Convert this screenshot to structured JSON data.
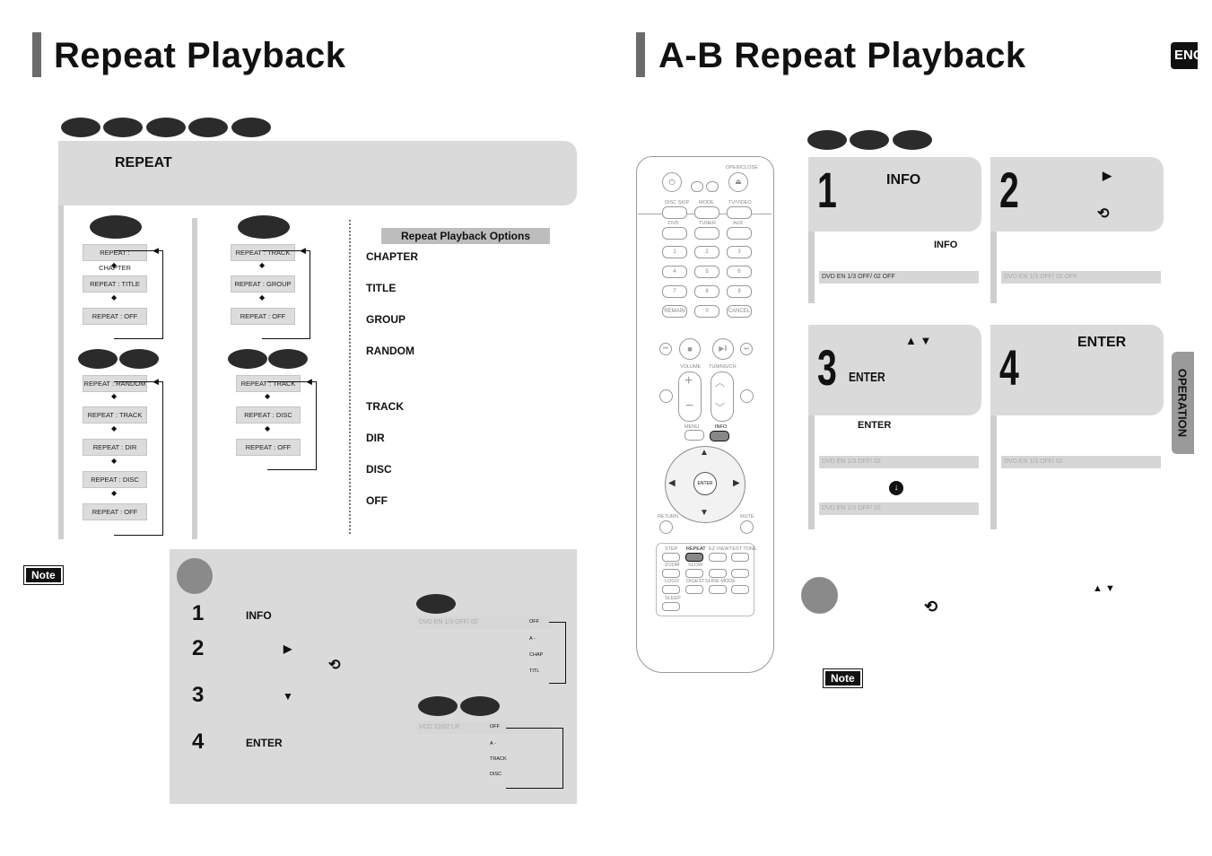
{
  "left_page": {
    "title": "Repeat Playback",
    "header_label": "REPEAT",
    "columns": {
      "col1_top": [
        "REPEAT : CHAPTER",
        "REPEAT : TITLE",
        "REPEAT : OFF"
      ],
      "col1_bottom": [
        "REPEAT : RANDOM",
        "REPEAT : TRACK",
        "REPEAT : DIR",
        "REPEAT : DISC",
        "REPEAT : OFF"
      ],
      "col2_top": [
        "REPEAT : TRACK",
        "REPEAT : GROUP",
        "REPEAT : OFF"
      ],
      "col2_bottom": [
        "REPEAT : TRACK",
        "REPEAT : DISC",
        "REPEAT : OFF"
      ]
    },
    "options_heading": "Repeat Playback Options",
    "options": [
      "CHAPTER",
      "TITLE",
      "GROUP",
      "RANDOM",
      "TRACK",
      "DIR",
      "DISC",
      "OFF"
    ],
    "note_label": "Note",
    "steps": [
      {
        "num": "1",
        "text": "INFO"
      },
      {
        "num": "2",
        "text": "▶"
      },
      {
        "num": "3",
        "text": "▼"
      },
      {
        "num": "4",
        "text": "ENTER"
      }
    ],
    "osd1": {
      "prefix": "DVD  EN 1/3  OFF/ 02",
      "items": [
        "OFF",
        "A -",
        "CHAP",
        "TITL"
      ]
    },
    "osd2": {
      "prefix": "VCD  22/02  LR",
      "items": [
        "OFF",
        "A -",
        "TRACK",
        "DISC"
      ]
    }
  },
  "right_page": {
    "title": "A-B Repeat Playback",
    "lang_tab": "ENG",
    "side_tab": "OPERATION",
    "steps": [
      {
        "num": "1",
        "label": "INFO",
        "sub": "INFO",
        "osd": "DVD  EN 1/3  OFF/ 02  OFF"
      },
      {
        "num": "2",
        "label": "▶",
        "osd": "DVD  EN 1/3  OFF/ 02  OFF"
      },
      {
        "num": "3",
        "label": "▲ ▼",
        "enter": "ENTER",
        "sub": "ENTER",
        "osd": "DVD  EN 1/3  OFF/ 02"
      },
      {
        "num": "4",
        "label": "ENTER",
        "osd": "DVD  EN 1/3  OFF/ 02"
      }
    ],
    "bottom_arrows": "▲  ▼",
    "note_label": "Note"
  },
  "remote": {
    "labels": [
      "OPEN/CLOSE",
      "DISC SKIP",
      "MODE",
      "TV/VIDEO",
      "DVD",
      "TUNER",
      "AUX",
      "REMAIN",
      "CANCEL",
      "VOLUME",
      "TUNING/CH",
      "MENU",
      "INFO",
      "RETURN",
      "MUTE",
      "STEP",
      "REPEAT",
      "EZ VIEW",
      "TEST TONE",
      "ZOOM",
      "SLOW",
      "LOGO",
      "DIGEST",
      "SLIDE MODE",
      "SLEEP",
      "ENTER"
    ],
    "numbers": [
      "1",
      "2",
      "3",
      "4",
      "5",
      "6",
      "7",
      "8",
      "9",
      "0"
    ]
  }
}
